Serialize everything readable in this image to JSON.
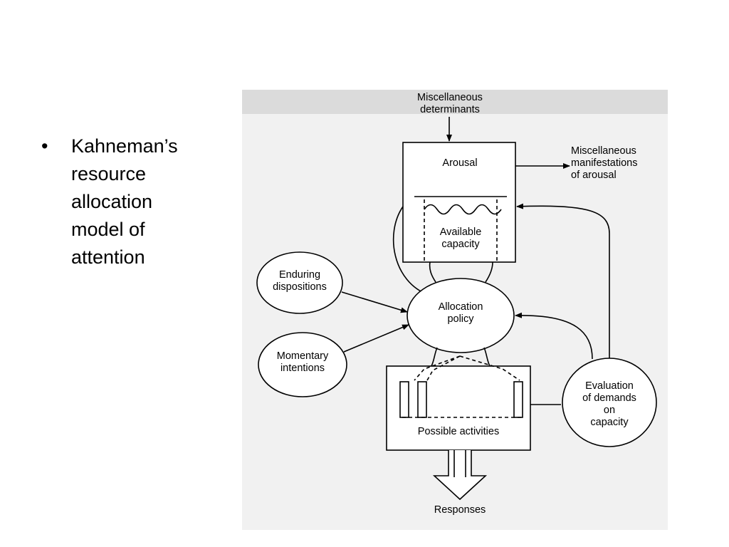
{
  "slide": {
    "bullets": [
      {
        "lines": [
          "Kahneman’s",
          "resource",
          "allocation",
          "model of",
          "attention"
        ]
      }
    ]
  },
  "diagram": {
    "nodes": {
      "misc_determinants": [
        "Miscellaneous",
        "determinants"
      ],
      "arousal": "Arousal",
      "misc_manifestations": [
        "Miscellaneous",
        "manifestations",
        "of arousal"
      ],
      "available_capacity": [
        "Available",
        "capacity"
      ],
      "enduring_dispositions": [
        "Enduring",
        "dispositions"
      ],
      "allocation_policy": [
        "Allocation",
        "policy"
      ],
      "momentary_intentions": [
        "Momentary",
        "intentions"
      ],
      "possible_activities": "Possible activities",
      "evaluation": [
        "Evaluation",
        "of demands",
        "on",
        "capacity"
      ],
      "responses": "Responses"
    }
  }
}
